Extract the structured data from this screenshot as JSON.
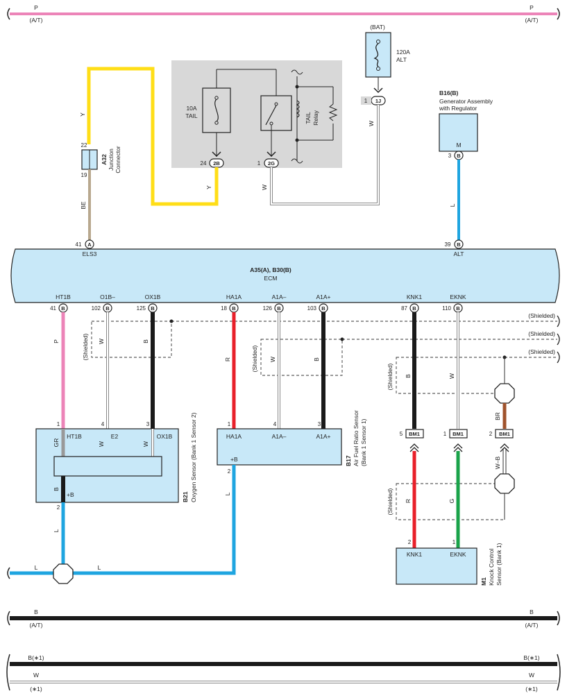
{
  "bus_top": {
    "label_left": "P",
    "sub_left": "(A/T)",
    "label_right": "P",
    "sub_right": "(A/T)"
  },
  "bus_b": {
    "label_left": "B",
    "sub_left": "(A/T)",
    "label_right": "B",
    "sub_right": "(A/T)"
  },
  "bus_b1": {
    "label_left": "B(∗1)",
    "label_right": "B(∗1)"
  },
  "bus_w": {
    "label_left": "W",
    "sub_left": "(∗1)",
    "label_right": "W",
    "sub_right": "(∗1)"
  },
  "relay_box": {
    "fuse_amp": "10A",
    "fuse_name": "TAIL",
    "relay_name": "TAIL",
    "relay_sub": "Relay",
    "pin_2b_num": "24",
    "pin_2b": "2B",
    "pin_2g_num": "1",
    "pin_2g": "2G"
  },
  "bat": {
    "label": "(BAT)",
    "fuse_amp": "120A",
    "fuse_name": "ALT",
    "pin_num": "1",
    "pin": "1J"
  },
  "junction": {
    "id": "A32",
    "name": "Junction",
    "name2": "Connector",
    "pin_top": "22",
    "pin_bot": "19"
  },
  "generator": {
    "id": "B16(B)",
    "name": "Generator Assembly",
    "name2": "with Regulator",
    "terminal": "M",
    "pin_num": "3",
    "pin": "B"
  },
  "ecm": {
    "id": "A35(A), B30(B)",
    "name": "ECM",
    "top_left_num": "41",
    "top_left_pin": "A",
    "top_left_term": "ELS3",
    "top_right_num": "39",
    "top_right_pin": "B",
    "top_right_term": "ALT",
    "bottom_terms": [
      "HT1B",
      "O1B–",
      "OX1B",
      "HA1A",
      "A1A–",
      "A1A+",
      "KNK1",
      "EKNK"
    ],
    "bottom_nums": [
      "41",
      "102",
      "125",
      "18",
      "126",
      "103",
      "87",
      "110"
    ],
    "bottom_pin": "B"
  },
  "wire_colors": {
    "y1": "Y",
    "y2": "Y",
    "be": "BE",
    "w1": "W",
    "w2": "W",
    "l_top": "L",
    "p": "P",
    "w_o1b": "W",
    "b_ox1b": "B",
    "r_ha1a": "R",
    "w_a1a": "W",
    "b_a1a": "B",
    "b_knk": "B",
    "w_eknk": "W",
    "br": "BR",
    "wb": "W–B",
    "r_knk": "R",
    "g_eknk": "G",
    "gr": "GR",
    "b_heat": "B",
    "l_o2": "L",
    "l_af": "L",
    "l_h1": "L",
    "l_h2": "L"
  },
  "shielded": {
    "label": "(Shielded)"
  },
  "o2_sensor": {
    "id": "B21",
    "name": "Oxygen Sensor (Bank 1 Sensor 2)",
    "t1": "HT1B",
    "t4": "E2",
    "t3": "OX1B",
    "plusb": "+B",
    "p1": "1",
    "p4": "4",
    "p3": "3",
    "p2": "2",
    "w_e2": "W",
    "w_ox": "W"
  },
  "af_sensor": {
    "id": "B17",
    "name": "Air Fuel Ratio Sensor",
    "name2": "(Bank 1 Sensor 1)",
    "t1": "HA1A",
    "t4": "A1A–",
    "t3": "A1A+",
    "plusb": "+B",
    "p1": "1",
    "p4": "4",
    "p3": "3",
    "p2": "2"
  },
  "bm1": {
    "label": "BM1",
    "n5": "5",
    "n1": "1",
    "n2": "2"
  },
  "knock": {
    "id": "M1",
    "name": "Knock Control",
    "name2": "Sensor (Bank 1)",
    "t1": "KNK1",
    "t2": "EKNK",
    "p2": "2",
    "p1": "1"
  },
  "colors": {
    "pink": "#ec84b8",
    "yellow": "#ffde17",
    "beige": "#b8a88e",
    "blue": "#1fa5e0",
    "red": "#e8202a",
    "black": "#1a1a1a",
    "green": "#1aa34a",
    "brown": "#a0532c",
    "gray": "#999999",
    "box": "#c8e8f8",
    "relay_bg": "#d8d8d8"
  }
}
